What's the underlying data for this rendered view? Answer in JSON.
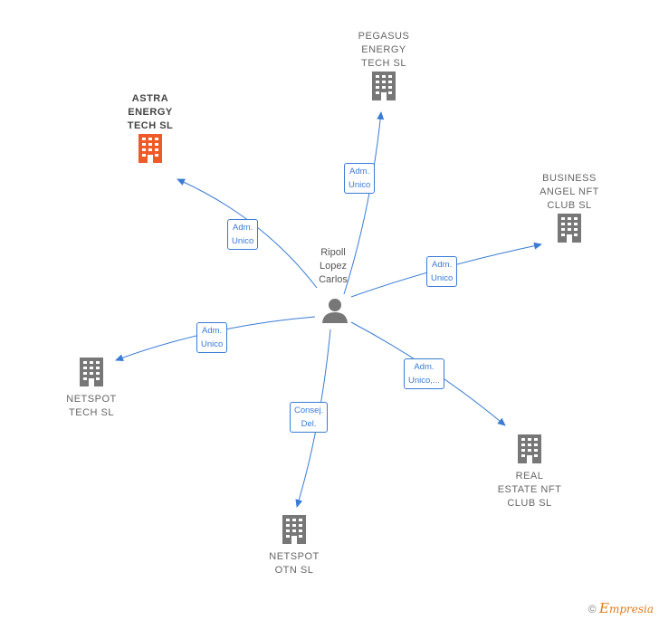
{
  "center": {
    "label": "Ripoll\nLopez\nCarlos"
  },
  "nodes": [
    {
      "id": "astra",
      "label": "ASTRA\nENERGY\nTECH  SL",
      "main": true
    },
    {
      "id": "pegasus",
      "label": "PEGASUS\nENERGY\nTECH  SL"
    },
    {
      "id": "business",
      "label": "BUSINESS\nANGEL NFT\nCLUB  SL"
    },
    {
      "id": "netspot-tech",
      "label": "NETSPOT\nTECH  SL"
    },
    {
      "id": "real-estate",
      "label": "REAL\nESTATE NFT\nCLUB  SL"
    },
    {
      "id": "netspot-otn",
      "label": "NETSPOT\nOTN  SL"
    }
  ],
  "edges": [
    {
      "to": "astra",
      "label": "Adm.\nUnico"
    },
    {
      "to": "pegasus",
      "label": "Adm.\nUnico"
    },
    {
      "to": "business",
      "label": "Adm.\nUnico"
    },
    {
      "to": "netspot-tech",
      "label": "Adm.\nUnico"
    },
    {
      "to": "real-estate",
      "label": "Adm.\nUnico,..."
    },
    {
      "to": "netspot-otn",
      "label": "Consej.\nDel."
    }
  ],
  "colors": {
    "edge": "#3a7bd5",
    "main_building": "#f05a28",
    "building": "#777777"
  },
  "footer": {
    "copyright": "©",
    "brand": "mpresia",
    "brand_initial": "E"
  }
}
